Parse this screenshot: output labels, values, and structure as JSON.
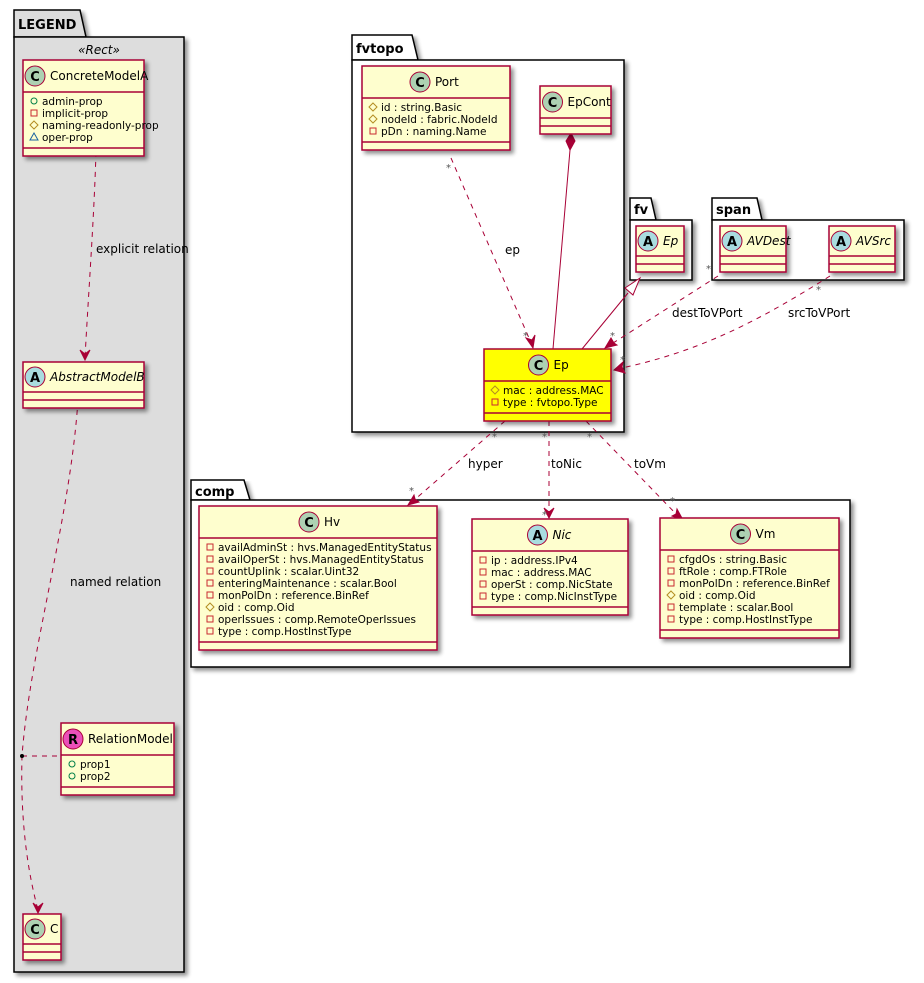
{
  "colors": {
    "class_fill": "#FEFECE",
    "class_border": "#A80036",
    "highlight_fill": "#FFFF00",
    "legend_fill": "#DDDDDD",
    "class_circle": "#ADD1B2",
    "abstract_circle": "#A9DCDF",
    "relation_circle": "#EB4FB9"
  },
  "packages": {
    "legend": {
      "name": "LEGEND",
      "stereotype": "«Rect»"
    },
    "fvtopo": {
      "name": "fvtopo"
    },
    "fv": {
      "name": "fv"
    },
    "span": {
      "name": "span"
    },
    "comp": {
      "name": "comp"
    }
  },
  "classes": {
    "concreteModelA": {
      "kind": "C",
      "name": "ConcreteModelA",
      "attrs": [
        {
          "vis": "public",
          "text": "admin-prop"
        },
        {
          "vis": "private",
          "text": "implicit-prop"
        },
        {
          "vis": "protected",
          "text": "naming-readonly-prop"
        },
        {
          "vis": "package",
          "text": "oper-prop"
        }
      ]
    },
    "abstractModelB": {
      "kind": "A",
      "name": "AbstractModelB",
      "attrs": []
    },
    "relationModel": {
      "kind": "R",
      "name": "RelationModel",
      "attrs": [
        {
          "vis": "public",
          "text": "prop1"
        },
        {
          "vis": "public",
          "text": "prop2"
        }
      ]
    },
    "c": {
      "kind": "C",
      "name": "C",
      "attrs": []
    },
    "port": {
      "kind": "C",
      "name": "Port",
      "attrs": [
        {
          "vis": "protected",
          "text": "id : string.Basic"
        },
        {
          "vis": "protected",
          "text": "nodeId : fabric.NodeId"
        },
        {
          "vis": "private",
          "text": "pDn : naming.Name"
        }
      ]
    },
    "epCont": {
      "kind": "C",
      "name": "EpCont",
      "attrs": []
    },
    "ep": {
      "kind": "C",
      "name": "Ep",
      "attrs": [
        {
          "vis": "protected",
          "text": "mac : address.MAC"
        },
        {
          "vis": "private",
          "text": "type : fvtopo.Type"
        }
      ]
    },
    "fvEp": {
      "kind": "A",
      "name": "Ep",
      "attrs": []
    },
    "avDest": {
      "kind": "A",
      "name": "AVDest",
      "attrs": []
    },
    "avSrc": {
      "kind": "A",
      "name": "AVSrc",
      "attrs": []
    },
    "hv": {
      "kind": "C",
      "name": "Hv",
      "attrs": [
        {
          "vis": "private",
          "text": "availAdminSt : hvs.ManagedEntityStatus"
        },
        {
          "vis": "private",
          "text": "availOperSt : hvs.ManagedEntityStatus"
        },
        {
          "vis": "private",
          "text": "countUplink : scalar.Uint32"
        },
        {
          "vis": "private",
          "text": "enteringMaintenance : scalar.Bool"
        },
        {
          "vis": "private",
          "text": "monPolDn : reference.BinRef"
        },
        {
          "vis": "protected",
          "text": "oid : comp.Oid"
        },
        {
          "vis": "private",
          "text": "operIssues : comp.RemoteOperIssues"
        },
        {
          "vis": "private",
          "text": "type : comp.HostInstType"
        }
      ]
    },
    "nic": {
      "kind": "A",
      "name": "Nic",
      "attrs": [
        {
          "vis": "private",
          "text": "ip : address.IPv4"
        },
        {
          "vis": "private",
          "text": "mac : address.MAC"
        },
        {
          "vis": "private",
          "text": "operSt : comp.NicState"
        },
        {
          "vis": "private",
          "text": "type : comp.NicInstType"
        }
      ]
    },
    "vm": {
      "kind": "C",
      "name": "Vm",
      "attrs": [
        {
          "vis": "private",
          "text": "cfgdOs : string.Basic"
        },
        {
          "vis": "private",
          "text": "ftRole : comp.FTRole"
        },
        {
          "vis": "private",
          "text": "monPolDn : reference.BinRef"
        },
        {
          "vis": "protected",
          "text": "oid : comp.Oid"
        },
        {
          "vis": "private",
          "text": "template : scalar.Bool"
        },
        {
          "vis": "private",
          "text": "type : comp.HostInstType"
        }
      ]
    }
  },
  "relations": {
    "explicit": {
      "label": "explicit relation"
    },
    "named": {
      "label": "named relation"
    },
    "ep": {
      "label": "ep",
      "from_mult": "*",
      "to_mult": "*"
    },
    "destToVPort": {
      "label": "destToVPort",
      "from_mult": "*",
      "to_mult": "*"
    },
    "srcToVPort": {
      "label": "srcToVPort",
      "from_mult": "*",
      "to_mult": "*"
    },
    "hyper": {
      "label": "hyper",
      "from_mult": "*",
      "to_mult": "*"
    },
    "toNic": {
      "label": "toNic",
      "from_mult": "*",
      "to_mult": "*"
    },
    "toVm": {
      "label": "toVm",
      "from_mult": "*",
      "to_mult": "*"
    }
  }
}
